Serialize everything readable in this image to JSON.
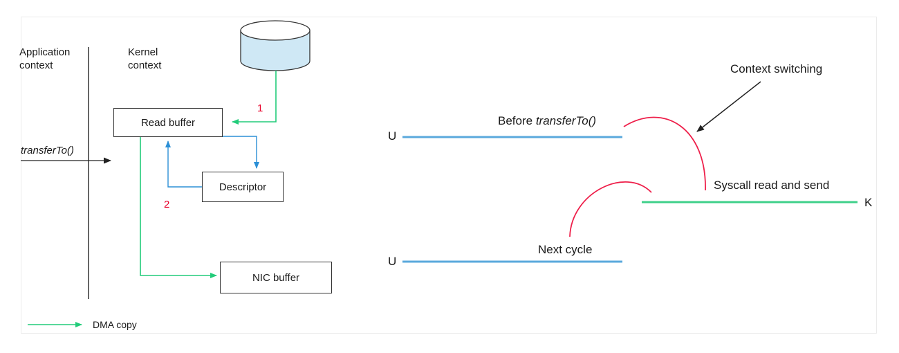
{
  "left": {
    "app_context": [
      "Application",
      "context"
    ],
    "kernel_context": [
      "Kernel",
      "context"
    ],
    "call_label": "transferTo()",
    "read_buffer": "Read buffer",
    "descriptor": "Descriptor",
    "nic_buffer": "NIC buffer",
    "step1": "1",
    "step2": "2",
    "legend_label": "DMA copy"
  },
  "right": {
    "before_prefix": "Before ",
    "before_call": "transferTo()",
    "context_switching": "Context switching",
    "syscall": "Syscall read and send",
    "next_cycle": "Next cycle",
    "u_top": "U",
    "u_bottom": "U",
    "k": "K"
  },
  "colors": {
    "dma": "#22cc7a",
    "pointer": "#2b8fd6",
    "user_line": "#5aa9dc",
    "kernel_line": "#3fd08a",
    "switch_arc": "#ee1f4a",
    "step_num": "#e8002a",
    "disk_fill": "#cfe8f5"
  }
}
